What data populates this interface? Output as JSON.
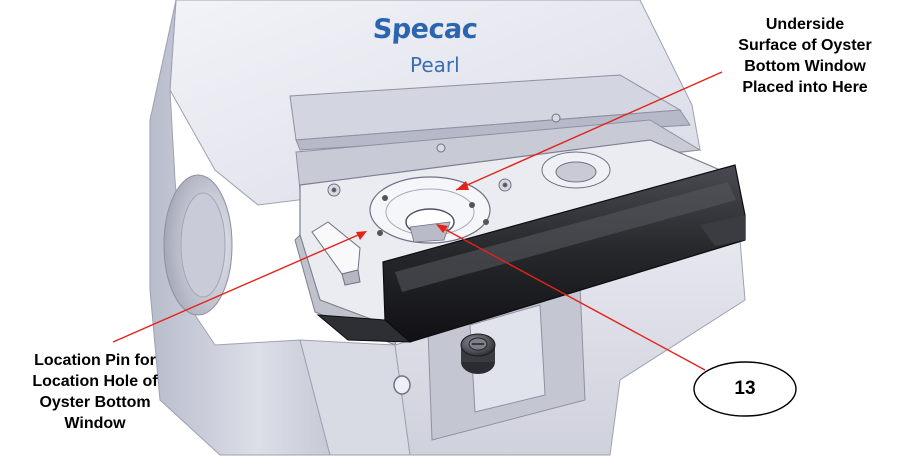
{
  "device": {
    "brand": "Specac",
    "model": "Pearl"
  },
  "annotations": {
    "underside_label": "Underside\nSurface of Oyster\nBottom Window\nPlaced into Here",
    "location_pin_label": "Location Pin for\nLocation Hole of\nOyster Bottom\nWindow",
    "callout_number": "13"
  },
  "colors": {
    "leader_line": "#e32219",
    "brand_blue": "#2b65b0",
    "body_light": "#e3e5ee",
    "handle": "#26272b"
  }
}
